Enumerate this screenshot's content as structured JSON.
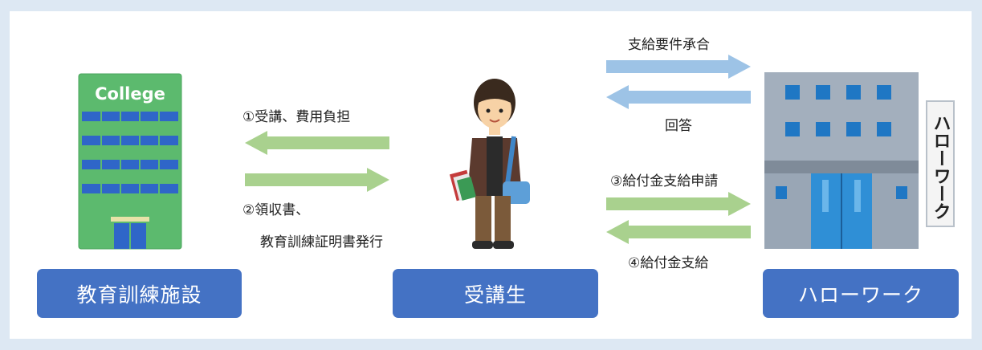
{
  "diagram": {
    "facility": {
      "sign_text": "College",
      "box_label": "教育訓練施設",
      "icon": "college-building-icon"
    },
    "student": {
      "box_label": "受講生",
      "icon": "student-person-icon"
    },
    "hellowork": {
      "box_label": "ハローワーク",
      "sign_text": "ハローワーク",
      "icon": "hellowork-building-icon"
    },
    "arrows": {
      "payment": "①受講、費用負担",
      "receipt_line1": "②領収書、",
      "receipt_line2": "教育訓練証明書発行",
      "eligibility_request": "支給要件承合",
      "answer": "回答",
      "application": "③給付金支給申請",
      "benefit_payment": "④給付金支給"
    },
    "colors": {
      "box_blue": "#4472c4",
      "arrow_green": "#a9d18e",
      "arrow_blue": "#9dc3e6",
      "background": "#dde8f3"
    }
  }
}
